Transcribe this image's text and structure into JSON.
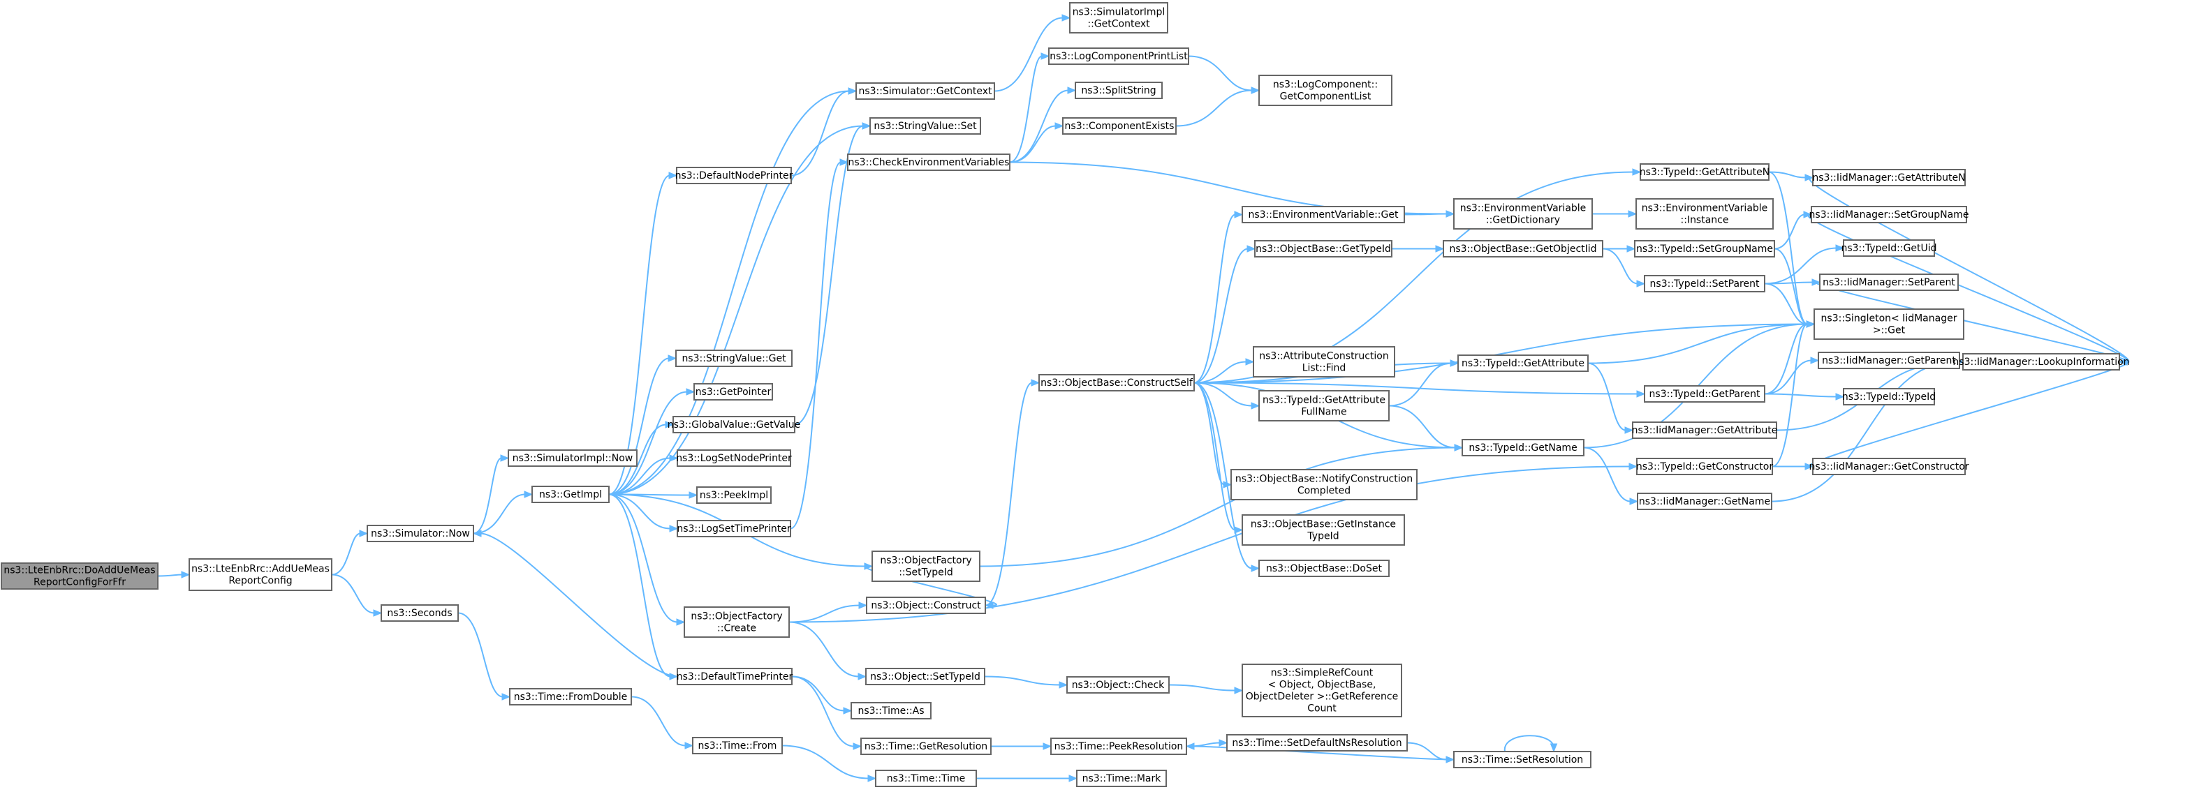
{
  "diagram": {
    "nodes": [
      {
        "id": "n1",
        "lines": [
          "ns3::LteEnbRrc::DoAddUeMeas",
          "ReportConfigForFfr"
        ],
        "root": true
      },
      {
        "id": "n2",
        "lines": [
          "ns3::LteEnbRrc::AddUeMeas",
          "ReportConfig"
        ]
      },
      {
        "id": "n3",
        "lines": [
          "ns3::Simulator::Now"
        ]
      },
      {
        "id": "n4",
        "lines": [
          "ns3::Seconds"
        ]
      },
      {
        "id": "n5",
        "lines": [
          "ns3::SimulatorImpl::Now"
        ]
      },
      {
        "id": "n6",
        "lines": [
          "ns3::GetImpl"
        ]
      },
      {
        "id": "n7",
        "lines": [
          "ns3::Time::FromDouble"
        ]
      },
      {
        "id": "n8",
        "lines": [
          "ns3::Time::From"
        ]
      },
      {
        "id": "n9",
        "lines": [
          "ns3::Time::Time"
        ]
      },
      {
        "id": "n10",
        "lines": [
          "ns3::Time::Mark"
        ]
      },
      {
        "id": "n11",
        "lines": [
          "ns3::DefaultNodePrinter"
        ]
      },
      {
        "id": "n12",
        "lines": [
          "ns3::Simulator::GetContext"
        ]
      },
      {
        "id": "n13",
        "lines": [
          "ns3::SimulatorImpl",
          "::GetContext"
        ]
      },
      {
        "id": "n14",
        "lines": [
          "ns3::StringValue::Set"
        ]
      },
      {
        "id": "n15",
        "lines": [
          "ns3::CheckEnvironmentVariables"
        ]
      },
      {
        "id": "n16",
        "lines": [
          "ns3::LogComponentPrintList"
        ]
      },
      {
        "id": "n17",
        "lines": [
          "ns3::SplitString"
        ]
      },
      {
        "id": "n18",
        "lines": [
          "ns3::ComponentExists"
        ]
      },
      {
        "id": "n19",
        "lines": [
          "ns3::LogComponent::",
          "GetComponentList"
        ]
      },
      {
        "id": "n20",
        "lines": [
          "ns3::StringValue::Get"
        ]
      },
      {
        "id": "n21",
        "lines": [
          "ns3::GetPointer"
        ]
      },
      {
        "id": "n22",
        "lines": [
          "ns3::GlobalValue::GetValue"
        ]
      },
      {
        "id": "n23",
        "lines": [
          "ns3::LogSetNodePrinter"
        ]
      },
      {
        "id": "n24",
        "lines": [
          "ns3::PeekImpl"
        ]
      },
      {
        "id": "n25",
        "lines": [
          "ns3::LogSetTimePrinter"
        ]
      },
      {
        "id": "n26",
        "lines": [
          "ns3::ObjectFactory",
          "::SetTypeId"
        ]
      },
      {
        "id": "n27",
        "lines": [
          "ns3::ObjectFactory",
          "::Create"
        ]
      },
      {
        "id": "n28",
        "lines": [
          "ns3::DefaultTimePrinter"
        ]
      },
      {
        "id": "n29",
        "lines": [
          "ns3::Object::Construct"
        ]
      },
      {
        "id": "n30",
        "lines": [
          "ns3::Object::SetTypeId"
        ]
      },
      {
        "id": "n31",
        "lines": [
          "ns3::Time::As"
        ]
      },
      {
        "id": "n32",
        "lines": [
          "ns3::Time::GetResolution"
        ]
      },
      {
        "id": "n33",
        "lines": [
          "ns3::Object::Check"
        ]
      },
      {
        "id": "n34",
        "lines": [
          "ns3::SimpleRefCount",
          "< Object, ObjectBase,",
          "ObjectDeleter >::GetReference",
          "Count"
        ]
      },
      {
        "id": "n35",
        "lines": [
          "ns3::Time::PeekResolution"
        ]
      },
      {
        "id": "n36",
        "lines": [
          "ns3::Time::SetDefaultNsResolution"
        ]
      },
      {
        "id": "n37",
        "lines": [
          "ns3::Time::SetResolution"
        ]
      },
      {
        "id": "n38",
        "lines": [
          "ns3::ObjectBase::ConstructSelf"
        ]
      },
      {
        "id": "n39",
        "lines": [
          "ns3::EnvironmentVariable::Get"
        ]
      },
      {
        "id": "n40",
        "lines": [
          "ns3::EnvironmentVariable",
          "::GetDictionary"
        ]
      },
      {
        "id": "n41",
        "lines": [
          "ns3::EnvironmentVariable",
          "::Instance"
        ]
      },
      {
        "id": "n42",
        "lines": [
          "ns3::ObjectBase::GetTypeId"
        ]
      },
      {
        "id": "n43",
        "lines": [
          "ns3::ObjectBase::GetObjectIid"
        ]
      },
      {
        "id": "n44",
        "lines": [
          "ns3::AttributeConstruction",
          "List::Find"
        ]
      },
      {
        "id": "n45",
        "lines": [
          "ns3::TypeId::GetAttribute",
          "FullName"
        ]
      },
      {
        "id": "n46",
        "lines": [
          "ns3::TypeId::GetAttribute"
        ]
      },
      {
        "id": "n47",
        "lines": [
          "ns3::TypeId::GetName"
        ]
      },
      {
        "id": "n48",
        "lines": [
          "ns3::ObjectBase::NotifyConstruction",
          "Completed"
        ]
      },
      {
        "id": "n49",
        "lines": [
          "ns3::ObjectBase::GetInstance",
          "TypeId"
        ]
      },
      {
        "id": "n50",
        "lines": [
          "ns3::ObjectBase::DoSet"
        ]
      },
      {
        "id": "n51",
        "lines": [
          "ns3::TypeId::GetAttributeN"
        ]
      },
      {
        "id": "n52",
        "lines": [
          "ns3::TypeId::SetGroupName"
        ]
      },
      {
        "id": "n53",
        "lines": [
          "ns3::TypeId::SetParent"
        ]
      },
      {
        "id": "n54",
        "lines": [
          "ns3::TypeId::GetParent"
        ]
      },
      {
        "id": "n55",
        "lines": [
          "ns3::IidManager::GetAttribute"
        ]
      },
      {
        "id": "n56",
        "lines": [
          "ns3::TypeId::GetConstructor"
        ]
      },
      {
        "id": "n57",
        "lines": [
          "ns3::IidManager::GetName"
        ]
      },
      {
        "id": "n58",
        "lines": [
          "ns3::IidManager::GetAttributeN"
        ]
      },
      {
        "id": "n59",
        "lines": [
          "ns3::IidManager::SetGroupName"
        ]
      },
      {
        "id": "n60",
        "lines": [
          "ns3::TypeId::GetUid"
        ]
      },
      {
        "id": "n61",
        "lines": [
          "ns3::IidManager::SetParent"
        ]
      },
      {
        "id": "n62",
        "lines": [
          "ns3::Singleton< IidManager",
          ">::Get"
        ]
      },
      {
        "id": "n63",
        "lines": [
          "ns3::IidManager::GetParent"
        ]
      },
      {
        "id": "n64",
        "lines": [
          "ns3::TypeId::TypeId"
        ]
      },
      {
        "id": "n65",
        "lines": [
          "ns3::IidManager::GetConstructor"
        ]
      },
      {
        "id": "n66",
        "lines": [
          "ns3::IidManager::LookupInformation"
        ]
      }
    ],
    "edges": [
      [
        "n1",
        "n2"
      ],
      [
        "n2",
        "n3"
      ],
      [
        "n2",
        "n4"
      ],
      [
        "n3",
        "n5"
      ],
      [
        "n3",
        "n6"
      ],
      [
        "n4",
        "n7"
      ],
      [
        "n7",
        "n8"
      ],
      [
        "n8",
        "n9"
      ],
      [
        "n9",
        "n10"
      ],
      [
        "n6",
        "n11"
      ],
      [
        "n6",
        "n12"
      ],
      [
        "n6",
        "n14"
      ],
      [
        "n6",
        "n20"
      ],
      [
        "n6",
        "n21"
      ],
      [
        "n6",
        "n22"
      ],
      [
        "n6",
        "n23"
      ],
      [
        "n6",
        "n24"
      ],
      [
        "n6",
        "n25"
      ],
      [
        "n6",
        "n26"
      ],
      [
        "n6",
        "n27"
      ],
      [
        "n6",
        "n28"
      ],
      [
        "n11",
        "n12"
      ],
      [
        "n12",
        "n13"
      ],
      [
        "n22",
        "n14"
      ],
      [
        "n25",
        "n15"
      ],
      [
        "n15",
        "n16"
      ],
      [
        "n15",
        "n17"
      ],
      [
        "n15",
        "n18"
      ],
      [
        "n15",
        "n40"
      ],
      [
        "n16",
        "n19"
      ],
      [
        "n18",
        "n19"
      ],
      [
        "n26",
        "n29"
      ],
      [
        "n26",
        "n47"
      ],
      [
        "n27",
        "n29"
      ],
      [
        "n27",
        "n30"
      ],
      [
        "n27",
        "n56"
      ],
      [
        "n28",
        "n3"
      ],
      [
        "n28",
        "n31"
      ],
      [
        "n28",
        "n32"
      ],
      [
        "n29",
        "n38"
      ],
      [
        "n30",
        "n33"
      ],
      [
        "n33",
        "n34"
      ],
      [
        "n32",
        "n35"
      ],
      [
        "n35",
        "n36"
      ],
      [
        "n36",
        "n37"
      ],
      [
        "n37",
        "n35"
      ],
      [
        "n37",
        "n37"
      ],
      [
        "n38",
        "n39"
      ],
      [
        "n38",
        "n42"
      ],
      [
        "n38",
        "n44"
      ],
      [
        "n38",
        "n45"
      ],
      [
        "n38",
        "n46"
      ],
      [
        "n38",
        "n47"
      ],
      [
        "n38",
        "n48"
      ],
      [
        "n38",
        "n49"
      ],
      [
        "n38",
        "n50"
      ],
      [
        "n38",
        "n51"
      ],
      [
        "n38",
        "n54"
      ],
      [
        "n38",
        "n62"
      ],
      [
        "n39",
        "n40"
      ],
      [
        "n40",
        "n41"
      ],
      [
        "n42",
        "n43"
      ],
      [
        "n43",
        "n52"
      ],
      [
        "n43",
        "n53"
      ],
      [
        "n45",
        "n46"
      ],
      [
        "n45",
        "n47"
      ],
      [
        "n46",
        "n55"
      ],
      [
        "n46",
        "n62"
      ],
      [
        "n47",
        "n57"
      ],
      [
        "n47",
        "n62"
      ],
      [
        "n51",
        "n58"
      ],
      [
        "n51",
        "n62"
      ],
      [
        "n52",
        "n59"
      ],
      [
        "n52",
        "n62"
      ],
      [
        "n53",
        "n60"
      ],
      [
        "n53",
        "n61"
      ],
      [
        "n53",
        "n62"
      ],
      [
        "n54",
        "n63"
      ],
      [
        "n54",
        "n64"
      ],
      [
        "n54",
        "n62"
      ],
      [
        "n56",
        "n65"
      ],
      [
        "n56",
        "n62"
      ],
      [
        "n55",
        "n66"
      ],
      [
        "n57",
        "n66"
      ],
      [
        "n58",
        "n66"
      ],
      [
        "n59",
        "n66"
      ],
      [
        "n61",
        "n66"
      ],
      [
        "n63",
        "n66"
      ],
      [
        "n65",
        "n66"
      ]
    ]
  }
}
